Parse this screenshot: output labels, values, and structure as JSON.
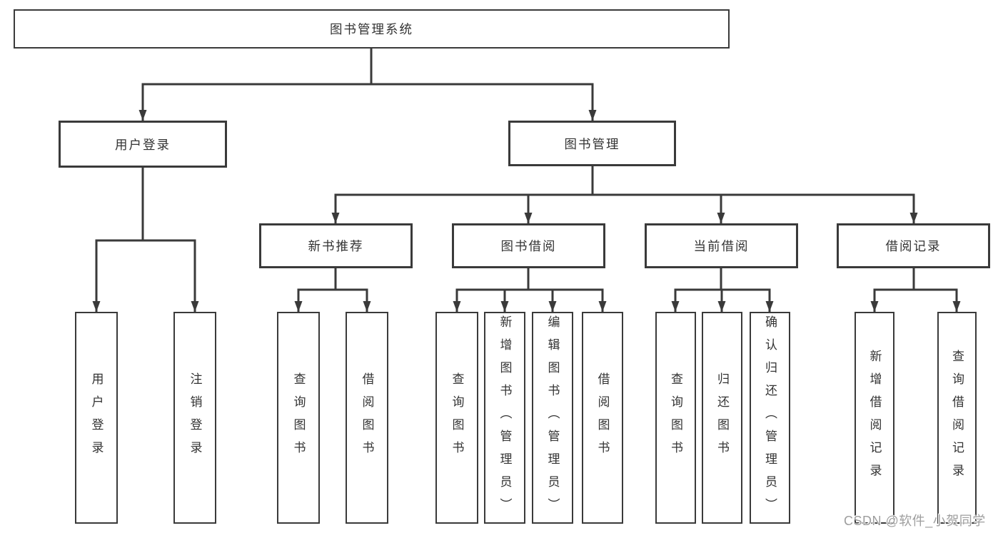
{
  "diagram": {
    "title": "图书管理系统",
    "root": {
      "label": "图书管理系统"
    },
    "level2": [
      {
        "label": "用户登录"
      },
      {
        "label": "图书管理"
      }
    ],
    "level3": [
      {
        "label": "新书推荐",
        "parent": "图书管理"
      },
      {
        "label": "图书借阅",
        "parent": "图书管理"
      },
      {
        "label": "当前借阅",
        "parent": "图书管理"
      },
      {
        "label": "借阅记录",
        "parent": "图书管理"
      }
    ],
    "leaves": [
      {
        "label": "用户登录",
        "parent": "用户登录"
      },
      {
        "label": "注销登录",
        "parent": "用户登录"
      },
      {
        "label": "查询图书",
        "parent": "新书推荐"
      },
      {
        "label": "借阅图书",
        "parent": "新书推荐"
      },
      {
        "label": "查询图书",
        "parent": "图书借阅"
      },
      {
        "label": "新增图书（管理员）",
        "parent": "图书借阅"
      },
      {
        "label": "编辑图书（管理员）",
        "parent": "图书借阅"
      },
      {
        "label": "借阅图书",
        "parent": "图书借阅"
      },
      {
        "label": "查询图书",
        "parent": "当前借阅"
      },
      {
        "label": "归还图书",
        "parent": "当前借阅"
      },
      {
        "label": "确认归还（管理员）",
        "parent": "当前借阅"
      },
      {
        "label": "新增借阅记录",
        "parent": "借阅记录"
      },
      {
        "label": "查询借阅记录",
        "parent": "借阅记录"
      }
    ]
  },
  "watermark": {
    "text": "CSDN @软件_小贺同学"
  },
  "colors": {
    "line": "#3a3a3a",
    "text": "#333333",
    "watermark": "#9e9e9e",
    "background": "#ffffff"
  }
}
